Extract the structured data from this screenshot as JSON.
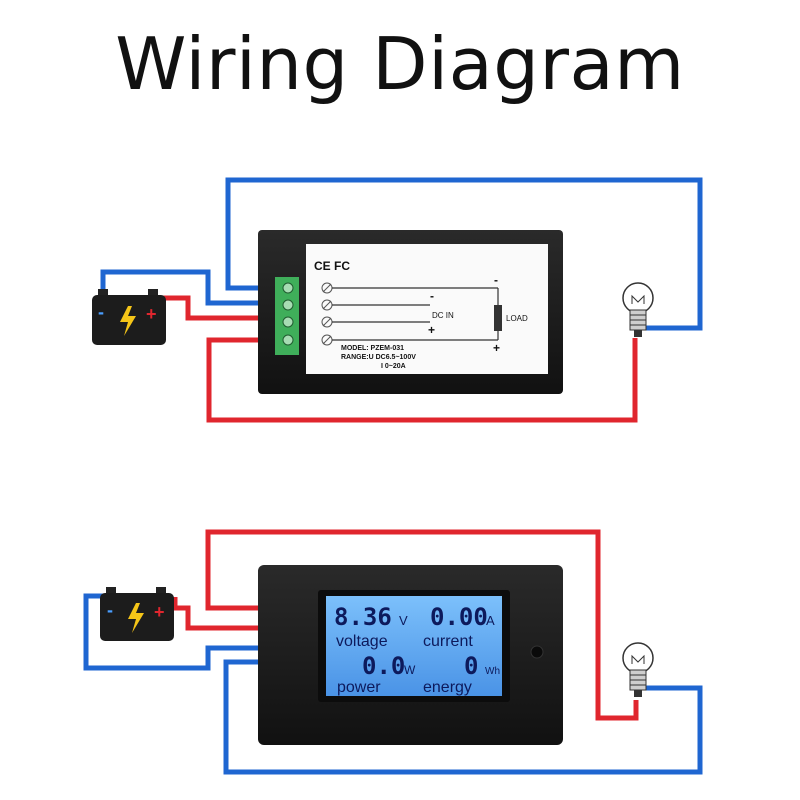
{
  "title": "Wiring Diagram",
  "colors": {
    "positive_wire": "#e0262e",
    "negative_wire": "#1f66d1",
    "meter_body": "#1b1b1b",
    "lcd": "#5aa6f2"
  },
  "top_meter": {
    "marks": "CE FC",
    "dc_in": "DC IN",
    "load": "LOAD",
    "minus": "-",
    "plus": "+",
    "model": "MODEL: PZEM-031",
    "range_u": "RANGE:U DC6.5~100V",
    "range_i": "I 0~20A"
  },
  "bottom_meter": {
    "voltage_value": "8.36",
    "voltage_unit": "V",
    "voltage_label": "voltage",
    "current_value": "0.00",
    "current_unit": "A",
    "current_label": "current",
    "power_value": "0.0",
    "power_unit": "W",
    "power_label": "power",
    "energy_value": "0",
    "energy_unit": "Wh",
    "energy_label": "energy"
  },
  "battery": {
    "minus": "-",
    "plus": "+"
  }
}
